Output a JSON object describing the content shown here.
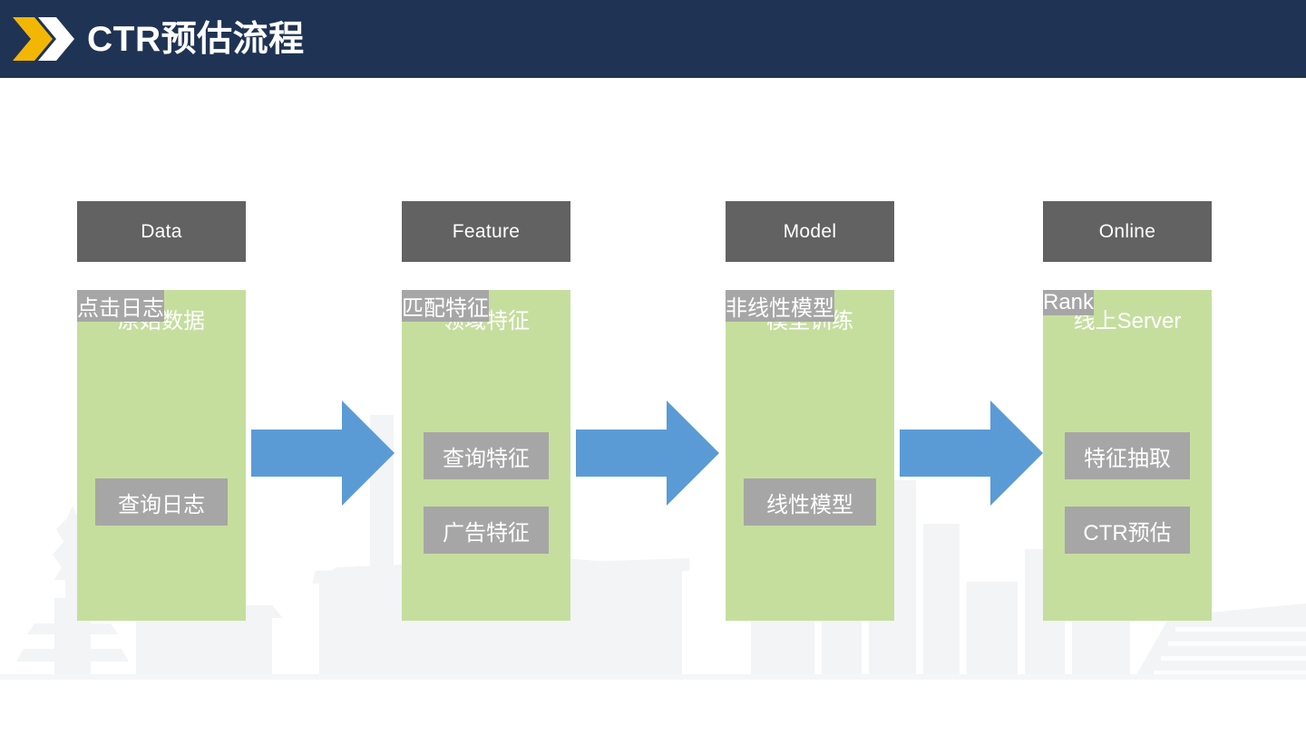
{
  "header": {
    "title": "CTR预估流程",
    "logo_icon": "double-chevron-icon",
    "background_color": "#1f3354",
    "logo_colors": [
      "#f2b705",
      "#ffffff"
    ]
  },
  "theme": {
    "head_box_color": "#626262",
    "body_box_color": "#c5de9e",
    "chip_color": "#a6a6a6",
    "arrow_color": "#5b9bd5",
    "text_color": "#ffffff",
    "page_background": "#ffffff"
  },
  "flow": {
    "arrow_icon": "right-arrow-icon",
    "arrows": [
      "arrow-data-to-feature",
      "arrow-feature-to-model",
      "arrow-model-to-online"
    ],
    "columns": [
      {
        "key": "data",
        "head": "Data",
        "title": "原始数据",
        "chips": [
          "查询日志",
          "点击日志"
        ]
      },
      {
        "key": "feature",
        "head": "Feature",
        "title": "领域特征",
        "chips": [
          "查询特征",
          "广告特征",
          "匹配特征"
        ]
      },
      {
        "key": "model",
        "head": "Model",
        "title": "模型训练",
        "chips": [
          "线性模型",
          "非线性模型"
        ]
      },
      {
        "key": "online",
        "head": "Online",
        "title": "线上Server",
        "chips": [
          "特征抽取",
          "CTR预估",
          "Rank"
        ]
      }
    ]
  }
}
